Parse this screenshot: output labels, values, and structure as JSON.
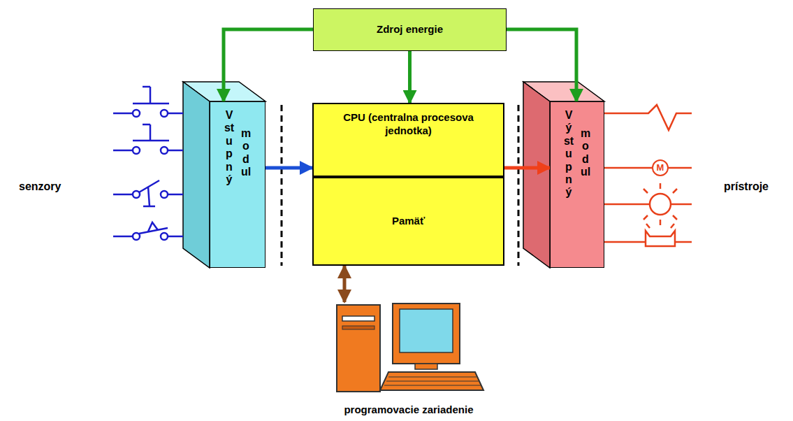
{
  "diagram": {
    "nodes": [
      {
        "text": [
          "Zdroj energie"
        ]
      },
      {
        "text": [
          "Vstupný",
          "modul"
        ]
      },
      {
        "text": [
          "CPU (centralna procesova jednotka)"
        ]
      },
      {
        "text": [
          "Pamäť"
        ]
      },
      {
        "text": [
          "Výstupný",
          "modul"
        ]
      },
      {
        "text": [
          "M"
        ]
      },
      {
        "text": [
          "programovacie zariadenie"
        ]
      }
    ],
    "edges": [
      {
        "from": 0,
        "to": 1,
        "arrow": "to"
      },
      {
        "from": 0,
        "to": 2,
        "arrow": "to"
      },
      {
        "from": 0,
        "to": 4,
        "arrow": "to"
      },
      {
        "from": 1,
        "to": 2,
        "arrow": "to"
      },
      {
        "from": 2,
        "to": 4,
        "arrow": "to"
      },
      {
        "from": 3,
        "to": 6,
        "arrow": "both"
      }
    ],
    "labels": [
      "senzory",
      "prístroje"
    ]
  }
}
